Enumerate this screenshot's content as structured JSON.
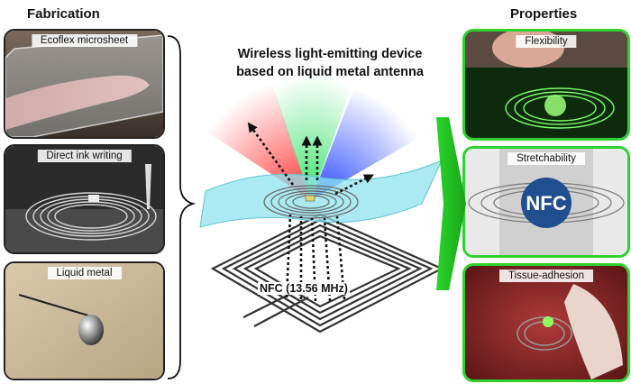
{
  "fabrication": {
    "title": "Fabrication",
    "panels": [
      {
        "label": "Ecoflex microsheet"
      },
      {
        "label": "Direct ink writing"
      },
      {
        "label": "Liquid metal"
      }
    ]
  },
  "properties": {
    "title": "Properties",
    "panels": [
      {
        "label": "Flexibility"
      },
      {
        "label": "Stretchability"
      },
      {
        "label": "Tissue-adhesion"
      }
    ],
    "nfc_logo_text": "NFC"
  },
  "center": {
    "title_line1": "Wireless light-emitting device",
    "title_line2": "based on liquid metal antenna",
    "nfc_label": "NFC (13.56 MHz)"
  },
  "colors": {
    "accent_green": "#2fd12f",
    "beam_red": "#ff3030",
    "beam_green": "#30e060",
    "beam_blue": "#2040ff",
    "sheet_cyan": "#8fe3ee"
  }
}
